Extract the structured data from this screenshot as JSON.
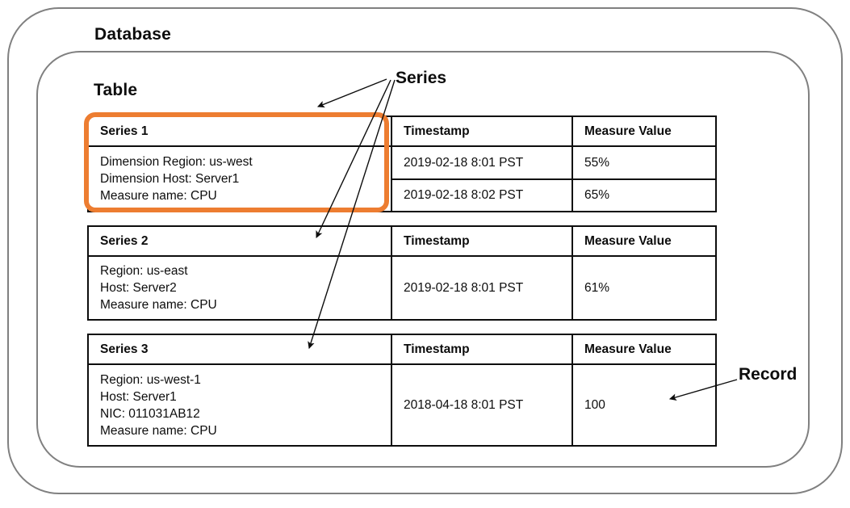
{
  "containers": {
    "database_label": "Database",
    "table_label": "Table"
  },
  "annotations": {
    "series_label": "Series",
    "record_label": "Record"
  },
  "colors": {
    "highlight": "#ED7D31",
    "container_border": "#808080",
    "table_border": "#0D0D0D",
    "text": "#0D0D0D"
  },
  "columns": {
    "series": "Series",
    "timestamp": "Timestamp",
    "measure_value": "Measure Value"
  },
  "series_blocks": [
    {
      "name": "Series 1",
      "highlighted": true,
      "attributes": [
        "Dimension Region: us-west",
        "Dimension Host: Server1",
        "Measure name: CPU"
      ],
      "timestamp_header": "Timestamp",
      "measure_header": "Measure Value",
      "records": [
        {
          "timestamp": "2019-02-18 8:01 PST",
          "measure_value": "55%"
        },
        {
          "timestamp": "2019-02-18 8:02 PST",
          "measure_value": "65%"
        }
      ]
    },
    {
      "name": "Series 2",
      "highlighted": false,
      "attributes": [
        "Region: us-east",
        "Host: Server2",
        "Measure name: CPU"
      ],
      "timestamp_header": "Timestamp",
      "measure_header": "Measure Value",
      "records": [
        {
          "timestamp": "2019-02-18 8:01 PST",
          "measure_value": "61%"
        }
      ]
    },
    {
      "name": "Series 3",
      "highlighted": false,
      "attributes": [
        "Region: us-west-1",
        "Host: Server1",
        "NIC: 011031AB12",
        "Measure name: CPU"
      ],
      "timestamp_header": "Timestamp",
      "measure_header": "Measure Value",
      "records": [
        {
          "timestamp": "2018-04-18 8:01 PST",
          "measure_value": "100"
        }
      ]
    }
  ]
}
